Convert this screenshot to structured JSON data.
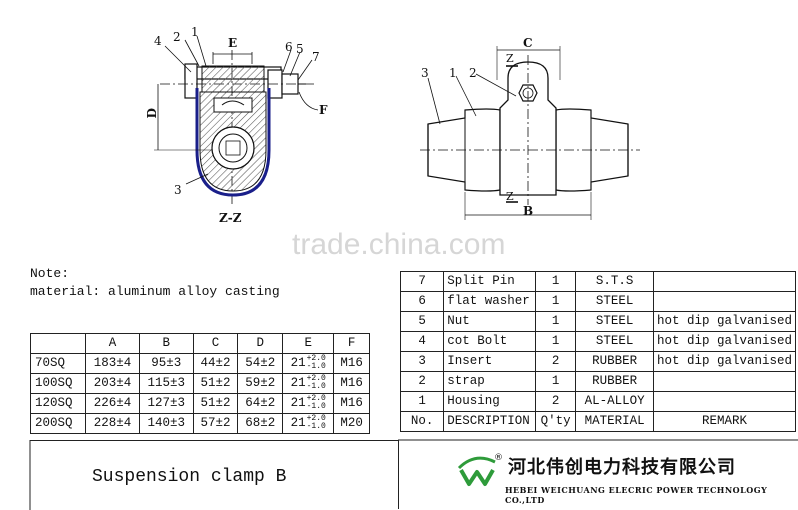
{
  "note": {
    "line1": "Note:",
    "line2": "material: aluminum alloy casting"
  },
  "section_label": "Z-Z",
  "labels": {
    "left": {
      "n1": "1",
      "n2": "2",
      "n3": "3",
      "n4": "4",
      "n5": "5",
      "n6": "6",
      "n7": "7",
      "E": "E",
      "D": "D",
      "F": "F"
    },
    "right": {
      "n1": "1",
      "n2": "2",
      "n3": "3",
      "C": "C",
      "B": "B",
      "Z1": "Z",
      "Z2": "Z"
    }
  },
  "dimensions": {
    "headers": [
      "",
      "A",
      "B",
      "C",
      "D",
      "E",
      "F"
    ],
    "rows": [
      {
        "size": "70SQ",
        "A": "183±4",
        "B": "95±3",
        "C": "44±2",
        "D": "54±2",
        "E": "21",
        "E_tol_plus": "+2.0",
        "E_tol_minus": "-1.0",
        "F": "M16"
      },
      {
        "size": "100SQ",
        "A": "203±4",
        "B": "115±3",
        "C": "51±2",
        "D": "59±2",
        "E": "21",
        "E_tol_plus": "+2.0",
        "E_tol_minus": "-1.0",
        "F": "M16"
      },
      {
        "size": "120SQ",
        "A": "226±4",
        "B": "127±3",
        "C": "51±2",
        "D": "64±2",
        "E": "21",
        "E_tol_plus": "+2.0",
        "E_tol_minus": "-1.0",
        "F": "M16"
      },
      {
        "size": "200SQ",
        "A": "228±4",
        "B": "140±3",
        "C": "57±2",
        "D": "68±2",
        "E": "21",
        "E_tol_plus": "+2.0",
        "E_tol_minus": "-1.0",
        "F": "M20"
      }
    ]
  },
  "parts": {
    "rows": [
      {
        "no": "7",
        "desc": "Split Pin",
        "qty": "1",
        "material": "S.T.S",
        "remark": ""
      },
      {
        "no": "6",
        "desc": "flat washer",
        "qty": "1",
        "material": "STEEL",
        "remark": ""
      },
      {
        "no": "5",
        "desc": "Nut",
        "qty": "1",
        "material": "STEEL",
        "remark": "hot dip galvanised"
      },
      {
        "no": "4",
        "desc": "cot Bolt",
        "qty": "1",
        "material": "STEEL",
        "remark": "hot dip galvanised"
      },
      {
        "no": "3",
        "desc": "Insert",
        "qty": "2",
        "material": "RUBBER",
        "remark": "hot dip galvanised"
      },
      {
        "no": "2",
        "desc": "strap",
        "qty": "1",
        "material": "RUBBER",
        "remark": ""
      },
      {
        "no": "1",
        "desc": "Housing",
        "qty": "2",
        "material": "AL-ALLOY",
        "remark": ""
      }
    ],
    "header": {
      "no": "No.",
      "desc": "DESCRIPTION",
      "qty": "Q'ty",
      "material": "MATERIAL",
      "remark": "REMARK"
    }
  },
  "title": "Suspension clamp B",
  "company": {
    "cn": "河北伟创电力科技有限公司",
    "en": "HEBEI WEICHUANG ELECRIC  POWER TECHNOLOGY CO.,LTD",
    "logo_mark": "®"
  },
  "watermark": "trade.china.com",
  "colors": {
    "outline_blue": "#1a1f8a",
    "logo_green": "#2e9b3a",
    "hatch": "#444"
  }
}
